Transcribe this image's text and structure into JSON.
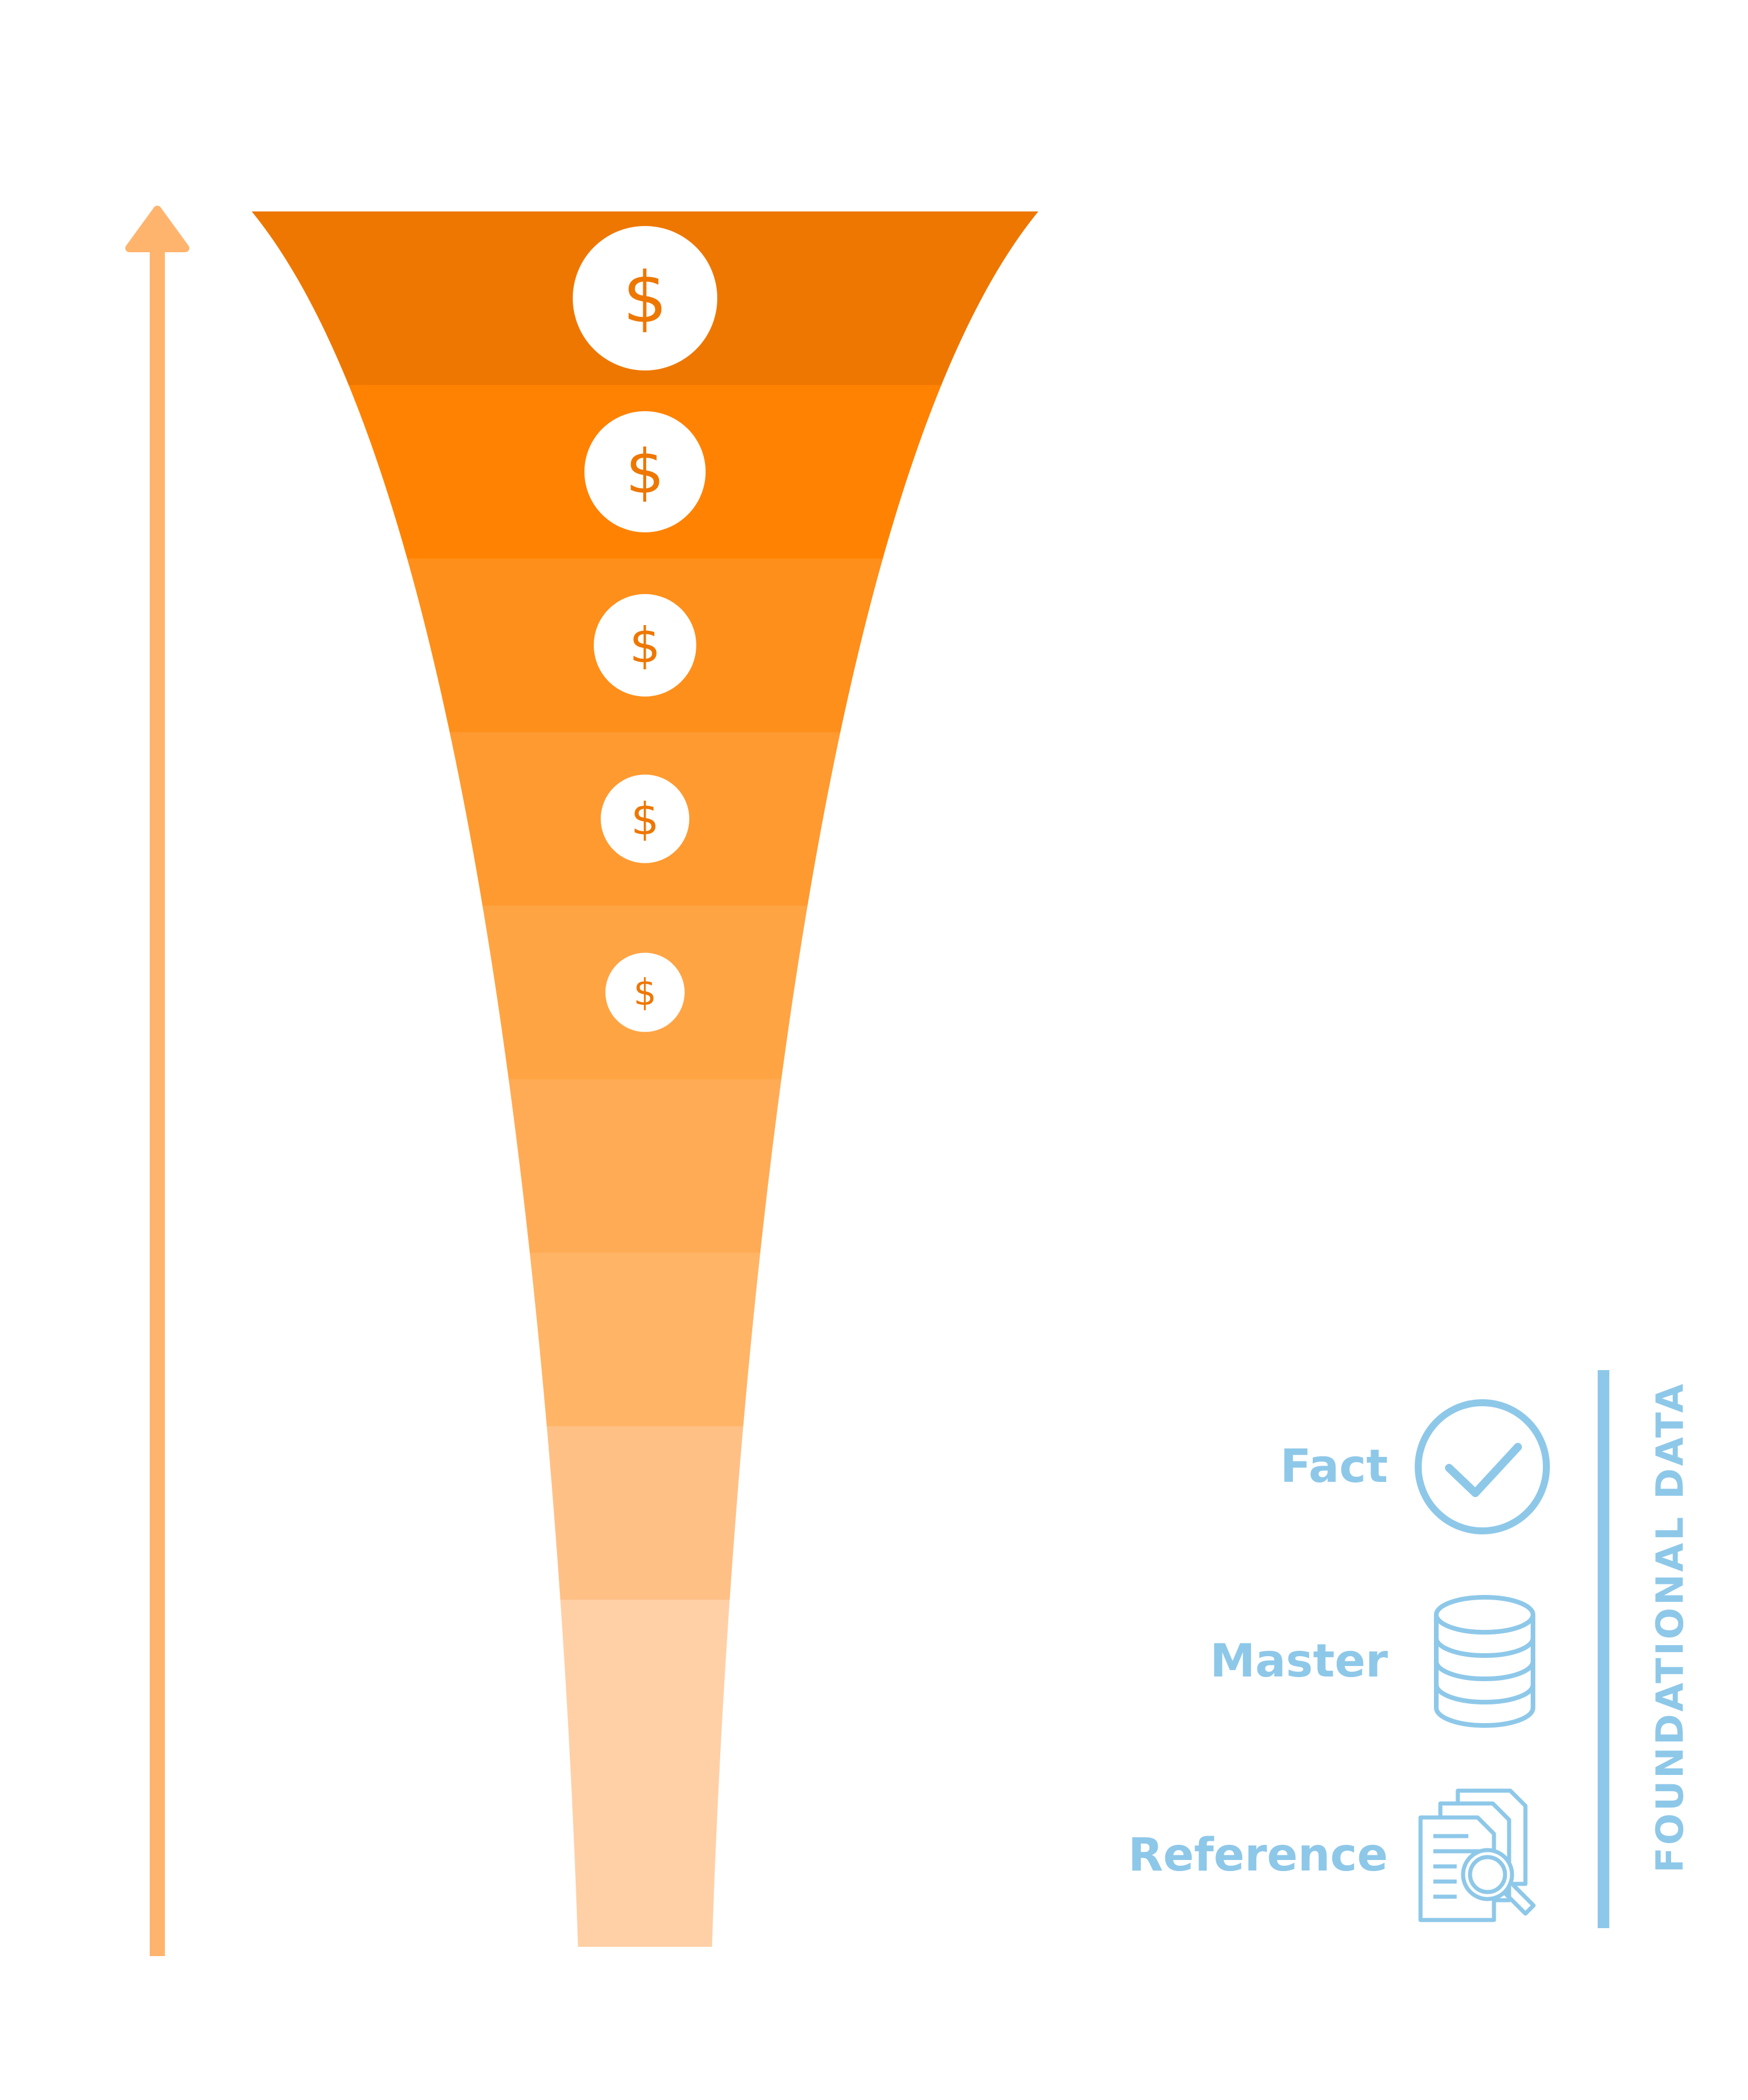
{
  "diagram": {
    "currency_symbol": "$",
    "funnel_layer_colors": [
      "#ee7702",
      "#ff8202",
      "#fe8f1a",
      "#fe9a30",
      "#ffa443",
      "#ffab55",
      "#ffb466",
      "#ffc086",
      "#ffd0a6",
      "#ffd0a6"
    ],
    "coin_count": 5,
    "arrow_color": "#ffb46e",
    "categories": [
      {
        "label": "Fact",
        "icon": "check-circle-icon"
      },
      {
        "label": "Master",
        "icon": "database-icon"
      },
      {
        "label": "Reference",
        "icon": "document-search-icon"
      }
    ],
    "group_label": "FOUNDATIONAL DATA",
    "accent_color": "#8ec8e9"
  }
}
